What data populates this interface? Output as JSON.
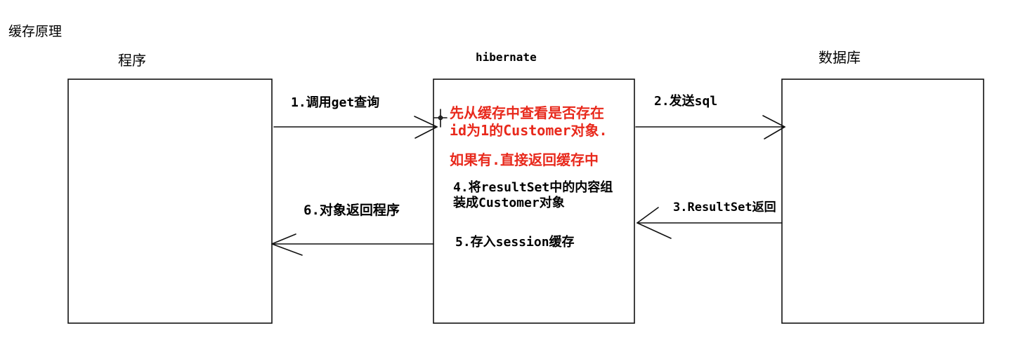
{
  "title": "缓存原理",
  "columns": {
    "program": "程序",
    "hibernate": "hibernate",
    "database": "数据库"
  },
  "arrows": {
    "step1": "1.调用get查询",
    "step2": "2.发送sql",
    "step3": "3.ResultSet返回",
    "step6": "6.对象返回程序"
  },
  "hibernate_notes": {
    "red_lines": [
      "先从缓存中查看是否存在",
      "id为1的Customer对象.",
      "如果有.直接返回缓存中"
    ],
    "step4_lines": [
      "4.将resultSet中的内容组",
      "装成Customer对象"
    ],
    "step5": "5.存入session缓存"
  },
  "colors": {
    "ink": "#111111",
    "highlight": "#e8291c",
    "background": "#ffffff"
  },
  "icons": {
    "cursor": "crosshair-cursor-icon"
  }
}
